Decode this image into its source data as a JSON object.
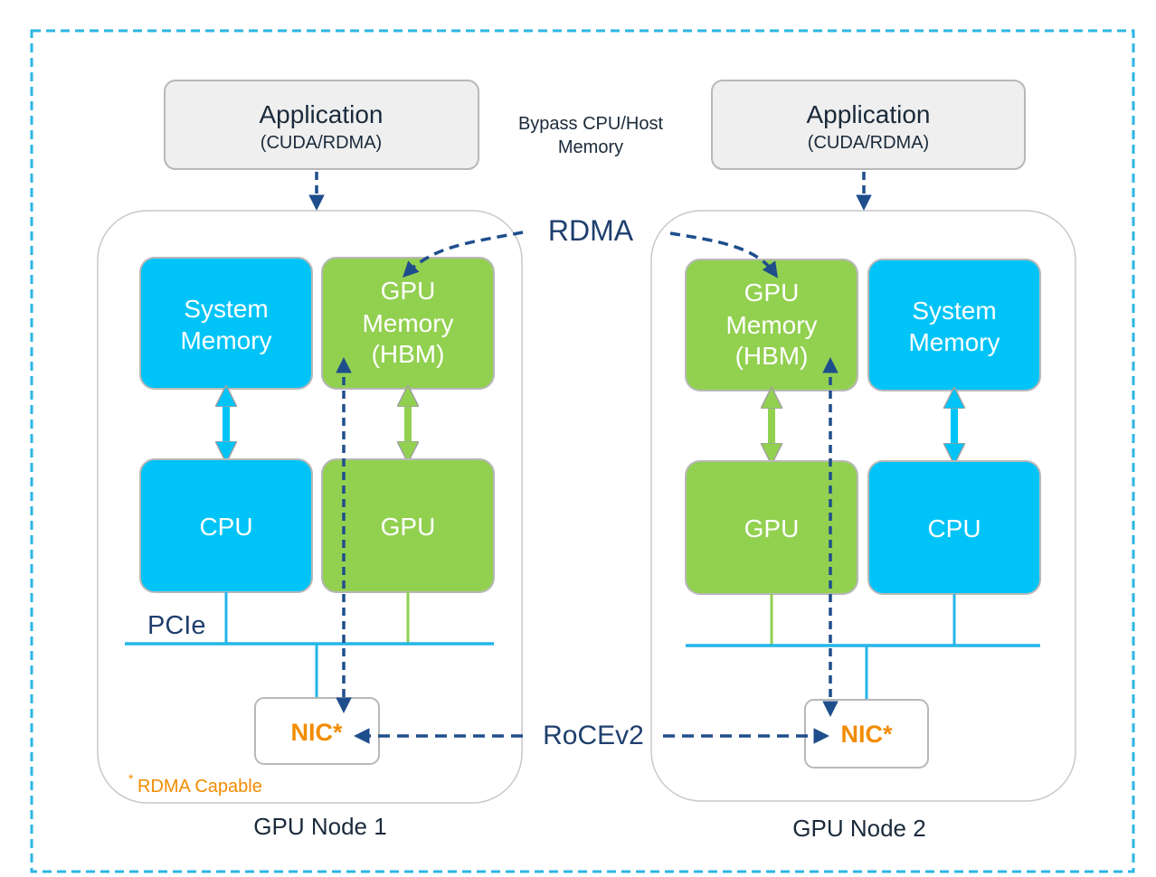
{
  "colors": {
    "blue_box": "#00c4f7",
    "green_box": "#92d050",
    "arrow_navy": "#1f4e8c",
    "orange_text": "#f28c00",
    "outer_dash": "#2cb6e3",
    "bus_blue": "#24b5e8",
    "box_border": "#b8b8b8"
  },
  "bypass_label": [
    "Bypass CPU/Host",
    "Memory"
  ],
  "rdma_label": "RDMA",
  "rocev2_label": "RoCEv2",
  "footnote": {
    "marker": "*",
    "text": "RDMA Capable"
  },
  "nodes": [
    {
      "name": "GPU Node 1",
      "app_title": "Application",
      "app_sub": "(CUDA/RDMA)",
      "system_memory": [
        "System",
        "Memory"
      ],
      "gpu_memory": [
        "GPU",
        "Memory",
        "(HBM)"
      ],
      "cpu": "CPU",
      "gpu": "GPU",
      "bus_label": "PCIe",
      "nic": "NIC*"
    },
    {
      "name": "GPU Node 2",
      "app_title": "Application",
      "app_sub": "(CUDA/RDMA)",
      "system_memory": [
        "System",
        "Memory"
      ],
      "gpu_memory": [
        "GPU",
        "Memory",
        "(HBM)"
      ],
      "cpu": "CPU",
      "gpu": "GPU",
      "nic": "NIC*"
    }
  ]
}
